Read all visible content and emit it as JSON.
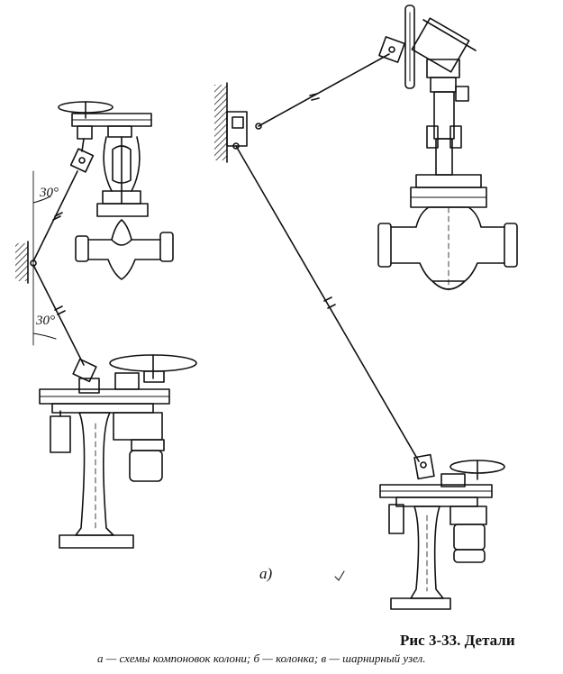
{
  "figure": {
    "angle_upper": "30°",
    "angle_lower": "30°",
    "subfigure_label": "а)"
  },
  "caption": {
    "title": "Рис 3-33. Детали",
    "legend": "а — схемы компоновок колони; б — колонка; в — шарнирный узел."
  }
}
